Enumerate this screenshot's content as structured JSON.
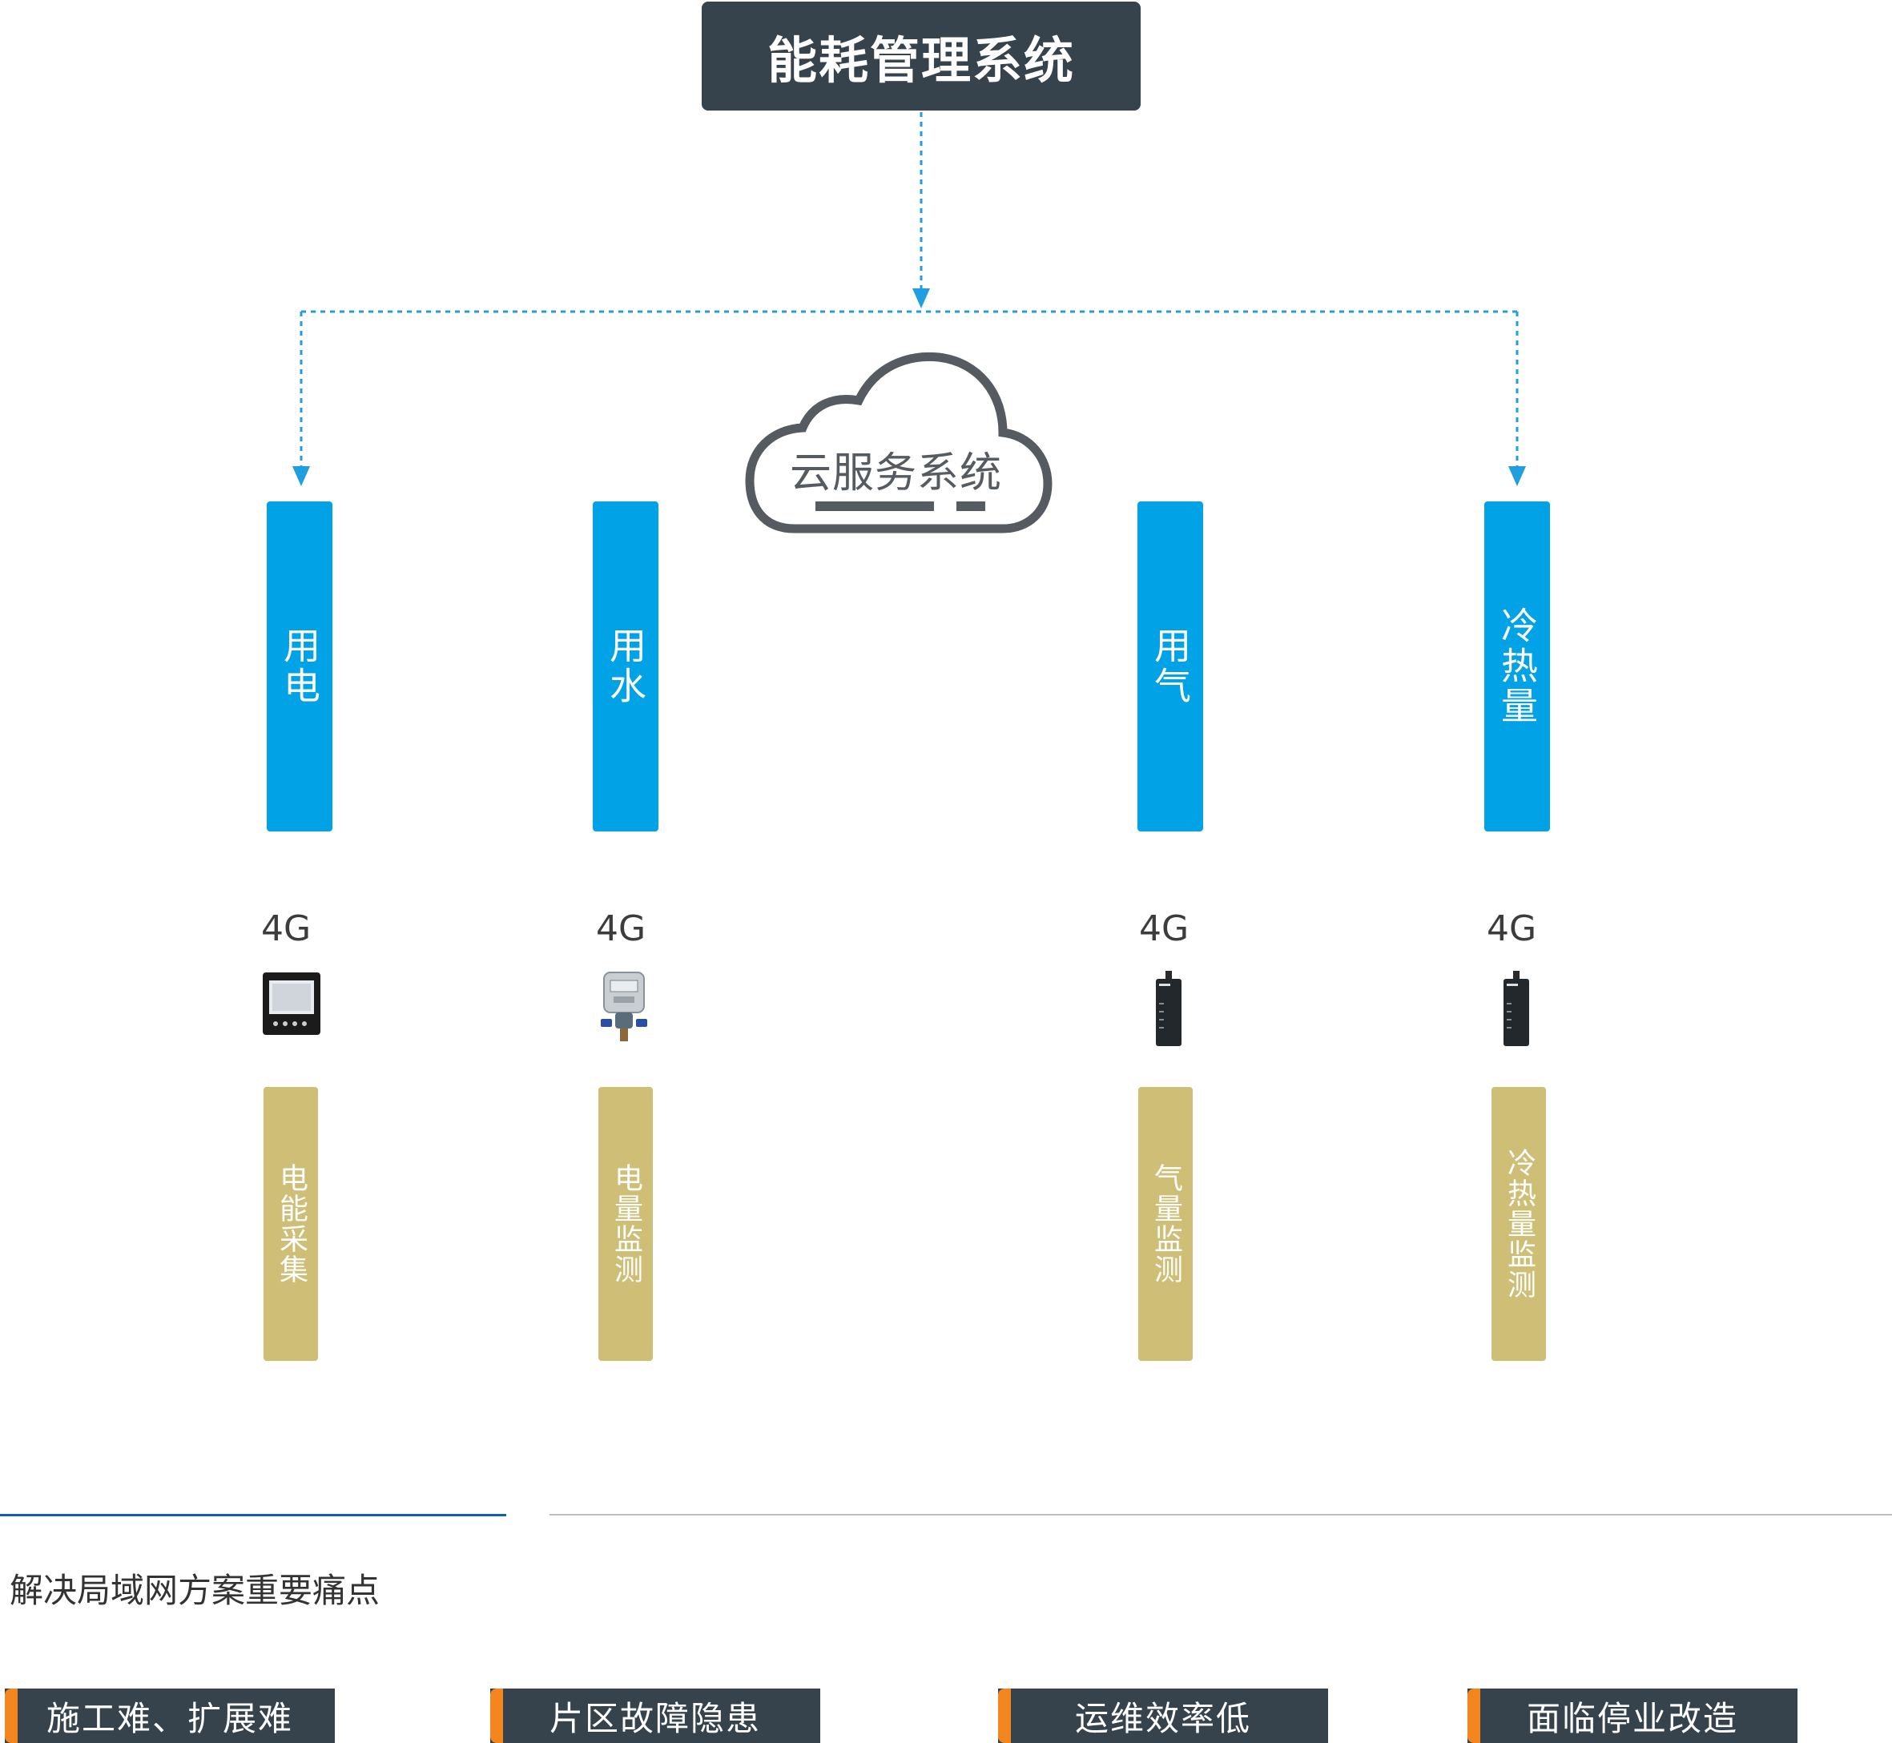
{
  "header": {
    "title": "能耗管理系统"
  },
  "cloud": {
    "label": "云服务系统"
  },
  "columns": [
    {
      "category": "用电",
      "network": "4G",
      "device": "power-meter-icon",
      "function": "电能采集"
    },
    {
      "category": "用水",
      "network": "4G",
      "device": "water-meter-icon",
      "function": "电量监测"
    },
    {
      "category": "用气",
      "network": "4G",
      "device": "gateway-module-icon",
      "function": "气量监测"
    },
    {
      "category": "冷热量",
      "network": "4G",
      "device": "gateway-module-icon",
      "function": "冷热量监测"
    }
  ],
  "pain_points": {
    "title": "解决局域网方案重要痛点",
    "items": [
      "施工难、扩展难",
      "片区故障隐患",
      "运维效率低",
      "面临停业改造"
    ]
  },
  "colors": {
    "dark": "#36434d",
    "blue": "#01a2e6",
    "gold": "#cfbe76",
    "orange": "#f3861f",
    "cloud": "#555b60"
  }
}
